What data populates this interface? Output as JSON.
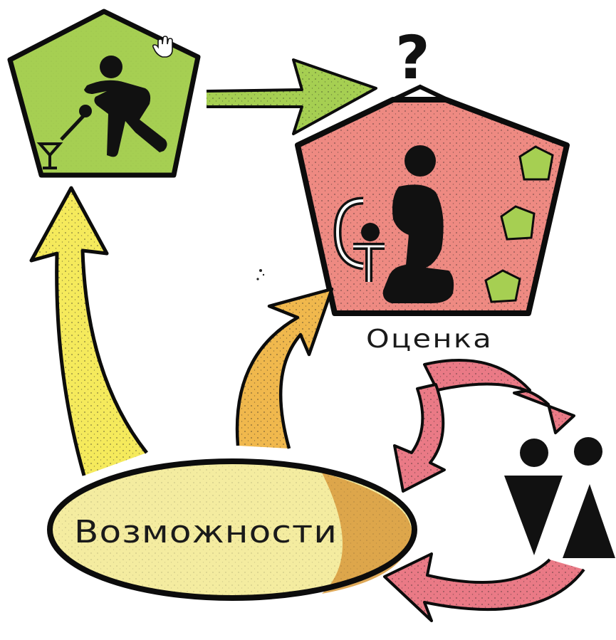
{
  "labels": {
    "evaluation": "Оценка",
    "opportunities": "Возможности",
    "question_mark": "?",
    "ct_mark": "CT"
  },
  "colors": {
    "green_fill": "#a6cf52",
    "red_fill": "#ee8a82",
    "yellow_fill": "#f5ea5c",
    "orange_fill": "#f0b84d",
    "pink_arrow": "#ea7a86",
    "ellipse_fill": "#f4eca0",
    "ellipse_shade": "#d89a3c",
    "outline": "#0c0c0c"
  },
  "icons": {
    "worker_pentagon": "person-working-icon",
    "assessor_pentagon": "person-at-desk-icon",
    "people_pair": "two-people-icon",
    "cursor": "hand-cursor-icon",
    "glass": "glass-icon"
  }
}
